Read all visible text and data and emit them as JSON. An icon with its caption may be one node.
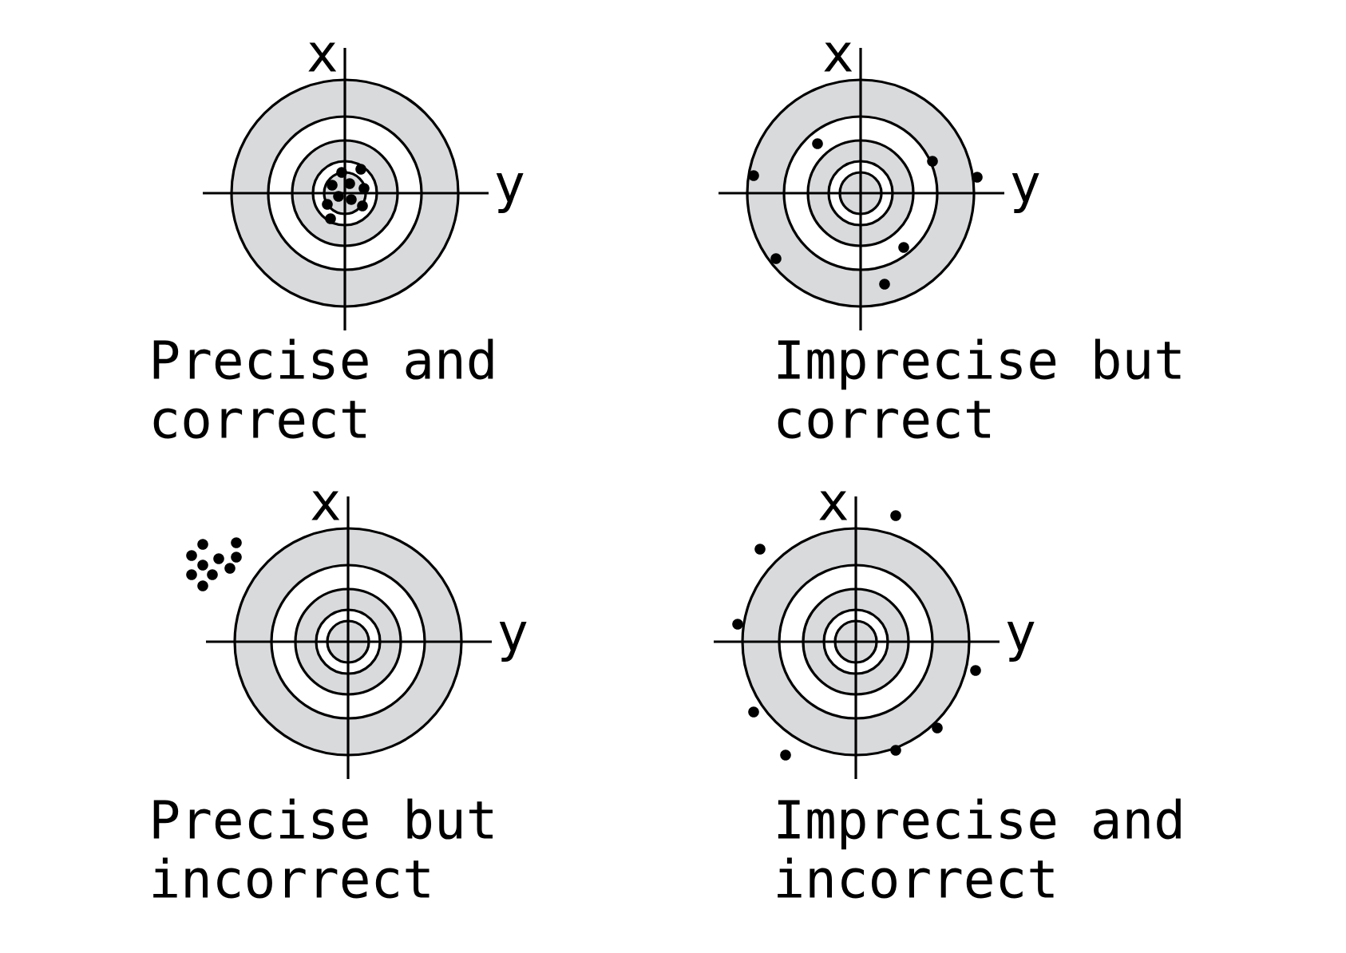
{
  "diagram": {
    "labels": [
      "x",
      "y",
      "Precise and correct",
      "x",
      "y",
      "Imprecise but correct",
      "x",
      "y",
      "Precise but incorrect",
      "x",
      "y",
      "Imprecise and incorrect"
    ]
  }
}
